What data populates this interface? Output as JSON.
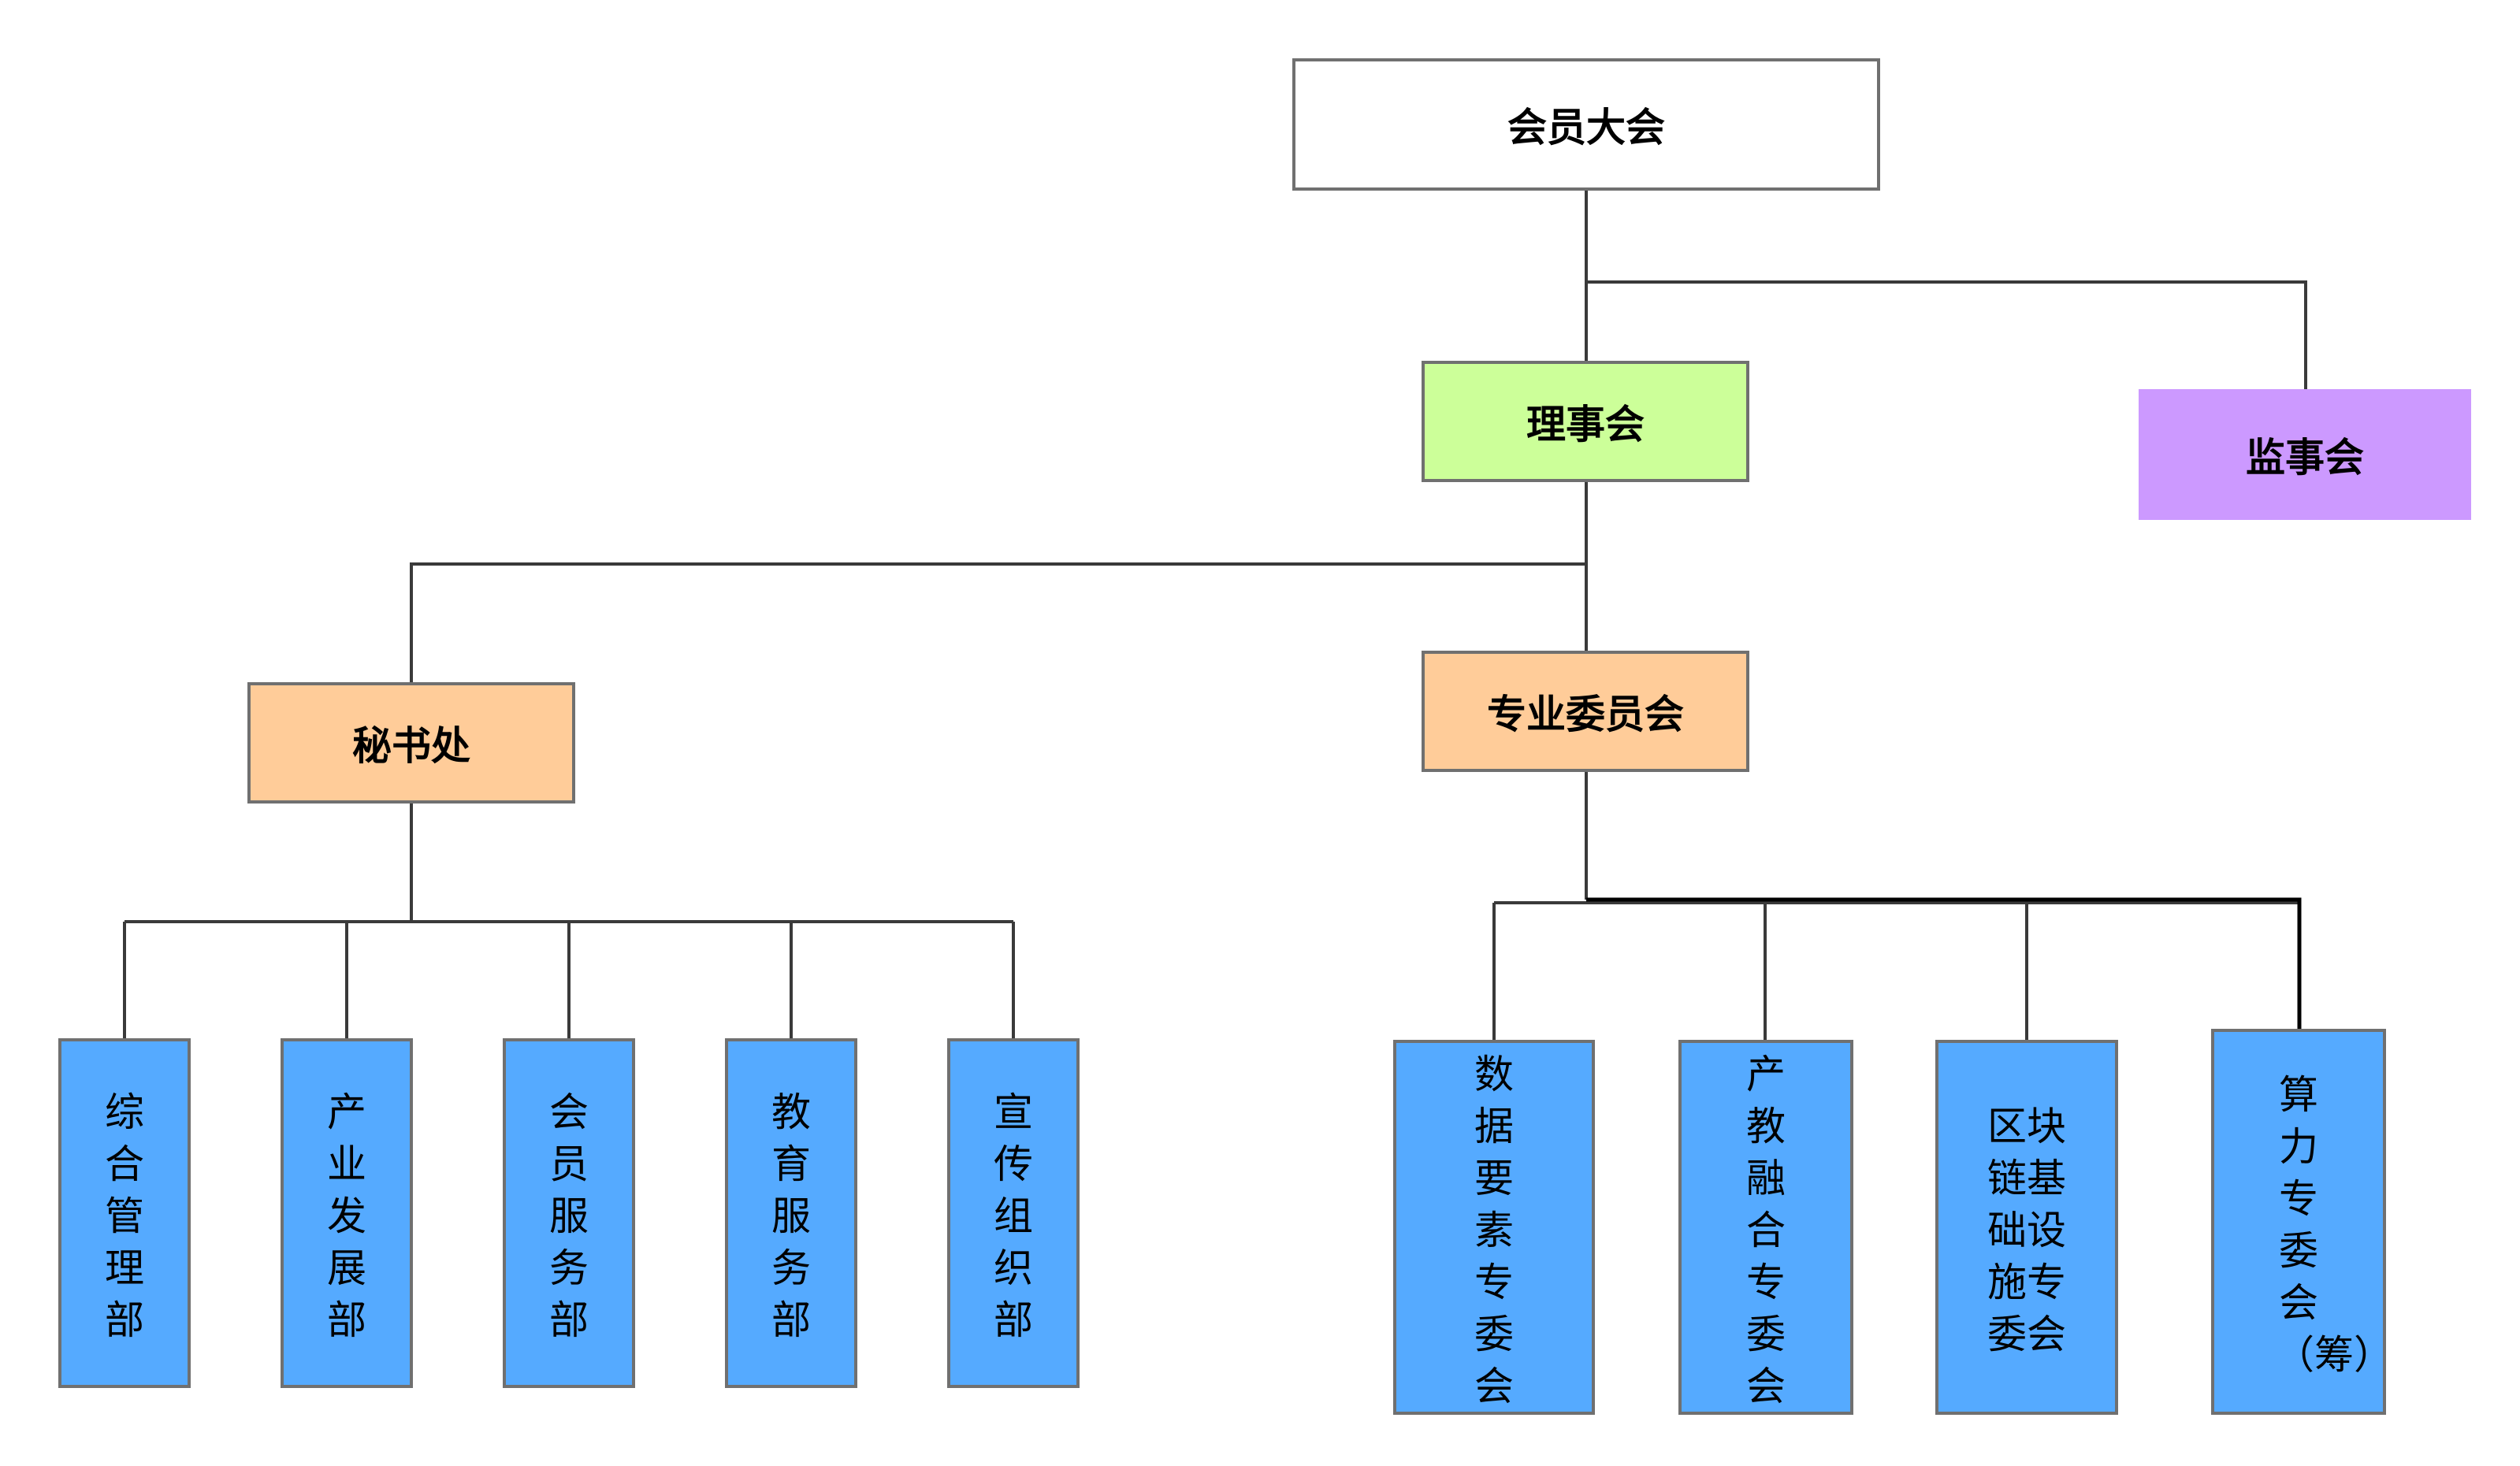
{
  "colors": {
    "line": "#3a3a3a",
    "border": "#707070",
    "assembly": "#ffffff",
    "council": "#ccff99",
    "supervisory": "#cc99ff",
    "department_head": "#ffcc99",
    "leaf": "#55aaff"
  },
  "diagram": {
    "assembly": "会员大会",
    "council": "理事会",
    "supervisory_board": "监事会",
    "secretariat": "秘书处",
    "committees": "专业委员会",
    "secretariat_departments": [
      "综合管理部",
      "产业发展部",
      "会员服务部",
      "教育服务部",
      "宣传组织部"
    ],
    "committee_units": [
      "数据要素专委会",
      "产教融合专委会",
      "区块链基础设施专委会",
      "算力专委会（筹）"
    ]
  }
}
